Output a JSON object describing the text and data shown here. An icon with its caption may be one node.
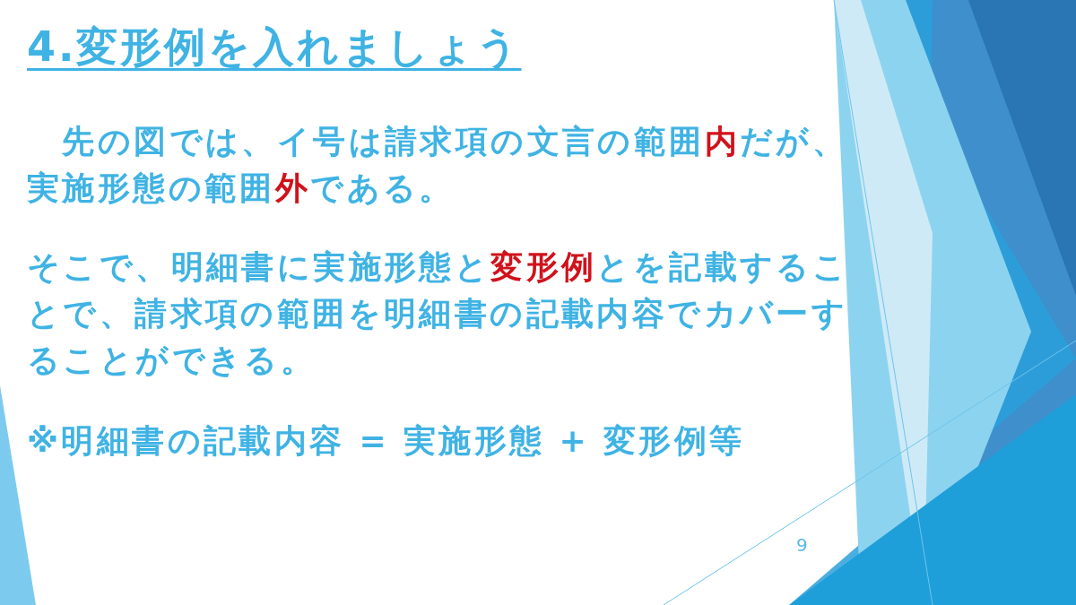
{
  "diagram": {
    "title": "4.変形例を入れましょう",
    "labels": [
      "　先の図では、イ号は請求項の文言の範囲**内**だが、実施形態の範囲**外**である。",
      "そこで、明細書に実施形態と**変形例**とを記載することで、請求項の範囲を明細書の記載内容でカバーすることができる。",
      "※明細書の記載内容 = 実施形態 + 変形例等",
      "9"
    ]
  }
}
